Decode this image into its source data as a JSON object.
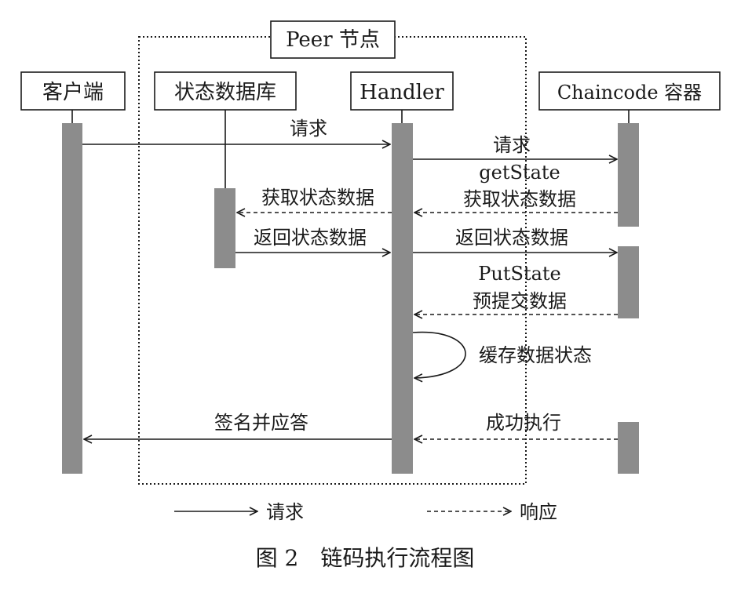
{
  "group": {
    "label": "Peer 节点"
  },
  "participants": [
    {
      "id": "client",
      "label": "客户端"
    },
    {
      "id": "statedb",
      "label": "状态数据库"
    },
    {
      "id": "handler",
      "label": "Handler"
    },
    {
      "id": "chaincode",
      "label": "Chaincode 容器"
    }
  ],
  "messages": [
    {
      "id": "m1",
      "from": "client",
      "to": "handler",
      "style": "solid",
      "label": "请求"
    },
    {
      "id": "m2",
      "from": "handler",
      "to": "chaincode",
      "style": "solid",
      "label": "请求"
    },
    {
      "id": "m3",
      "from": "chaincode",
      "to": "handler",
      "style": "dashed",
      "label": "getState",
      "label2": "获取状态数据"
    },
    {
      "id": "m4",
      "from": "handler",
      "to": "statedb",
      "style": "dashed",
      "label": "获取状态数据"
    },
    {
      "id": "m5",
      "from": "statedb",
      "to": "handler",
      "style": "solid",
      "label": "返回状态数据"
    },
    {
      "id": "m6",
      "from": "handler",
      "to": "chaincode",
      "style": "solid",
      "label": "返回状态数据"
    },
    {
      "id": "m7",
      "from": "chaincode",
      "to": "handler",
      "style": "dashed",
      "label": "PutState",
      "label2": "预提交数据"
    },
    {
      "id": "m8",
      "from": "handler",
      "to": "handler",
      "style": "self",
      "label": "缓存数据状态"
    },
    {
      "id": "m9",
      "from": "chaincode",
      "to": "handler",
      "style": "dashed",
      "label": "成功执行"
    },
    {
      "id": "m10",
      "from": "handler",
      "to": "client",
      "style": "solid",
      "label": "签名并应答"
    }
  ],
  "legend": {
    "request": "请求",
    "response": "响应"
  },
  "caption": "图 2　链码执行流程图",
  "colors": {
    "activation": "#8c8c8c",
    "line": "#1a1a1a",
    "group_border": "#1a1a1a"
  }
}
